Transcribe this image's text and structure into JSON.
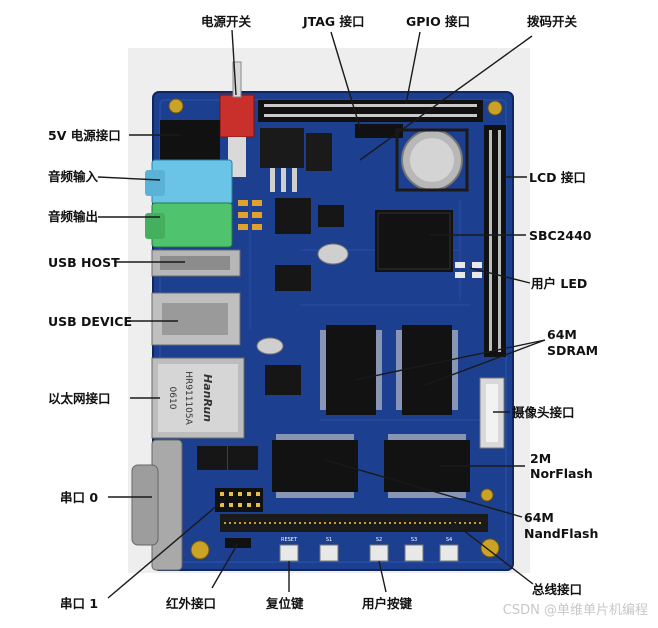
{
  "board_labels": {
    "power_switch": "电源开关",
    "jtag_port": "JTAG 接口",
    "gpio_port": "GPIO 接口",
    "dip_switch": "拨码开关",
    "power_jack_5v": "5V 电源接口",
    "audio_in": "音频输入",
    "audio_out": "音频输出",
    "usb_host": "USB HOST",
    "usb_device": "USB DEVICE",
    "ethernet_port": "以太网接口",
    "serial_0": "串口 0",
    "serial_1": "串口 1",
    "infrared_port": "红外接口",
    "reset_key": "复位键",
    "user_keys": "用户按键",
    "bus_port": "总线接口",
    "lcd_port": "LCD 接口",
    "sbc2440": "SBC2440",
    "user_led": "用户 LED",
    "sdram_size": "64M",
    "sdram_type": "SDRAM",
    "camera_port": "摄像头接口",
    "norflash_size": "2M",
    "norflash_type": "NorFlash",
    "nandflash_size": "64M",
    "nandflash_type": "NandFlash"
  },
  "chip_text": {
    "ethernet_brand": "HanRun",
    "ethernet_model": "HR911105A",
    "ethernet_code": "0610",
    "reset_silk": "RESET",
    "key_silk": [
      "S1",
      "S2",
      "S3",
      "S4"
    ]
  },
  "watermark": "CSDN @单维单片机编程",
  "colors": {
    "pcb": "#1d3f8f",
    "pcb_dark": "#14306e",
    "background": "#f3f3f3",
    "leader_line": "#1a1a1a",
    "audio_in_jack": "#69c4e8",
    "audio_out_jack": "#4fc36e",
    "power_switch": "#c9302c"
  }
}
